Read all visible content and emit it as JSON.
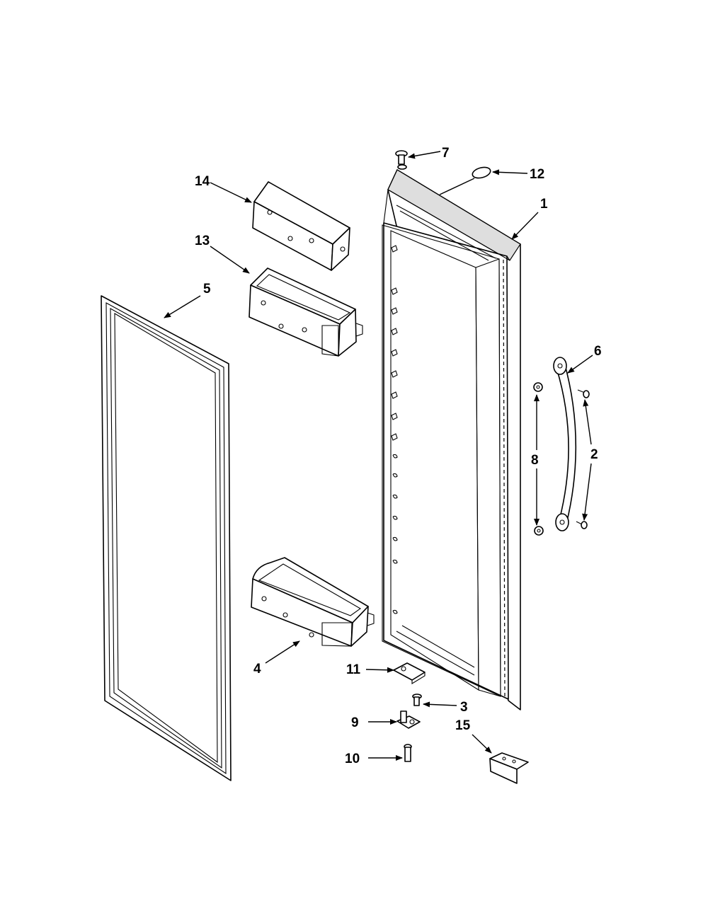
{
  "callouts": {
    "c1": "1",
    "c2": "2",
    "c3": "3",
    "c4": "4",
    "c5": "5",
    "c6": "6",
    "c7": "7",
    "c8": "8",
    "c9": "9",
    "c10": "10",
    "c11": "11",
    "c12": "12",
    "c13": "13",
    "c14": "14",
    "c15": "15"
  },
  "icons": {
    "arrowhead": "arrowhead-icon"
  },
  "colors": {
    "line": "#000000",
    "background": "#ffffff",
    "shade": "#dedede"
  }
}
